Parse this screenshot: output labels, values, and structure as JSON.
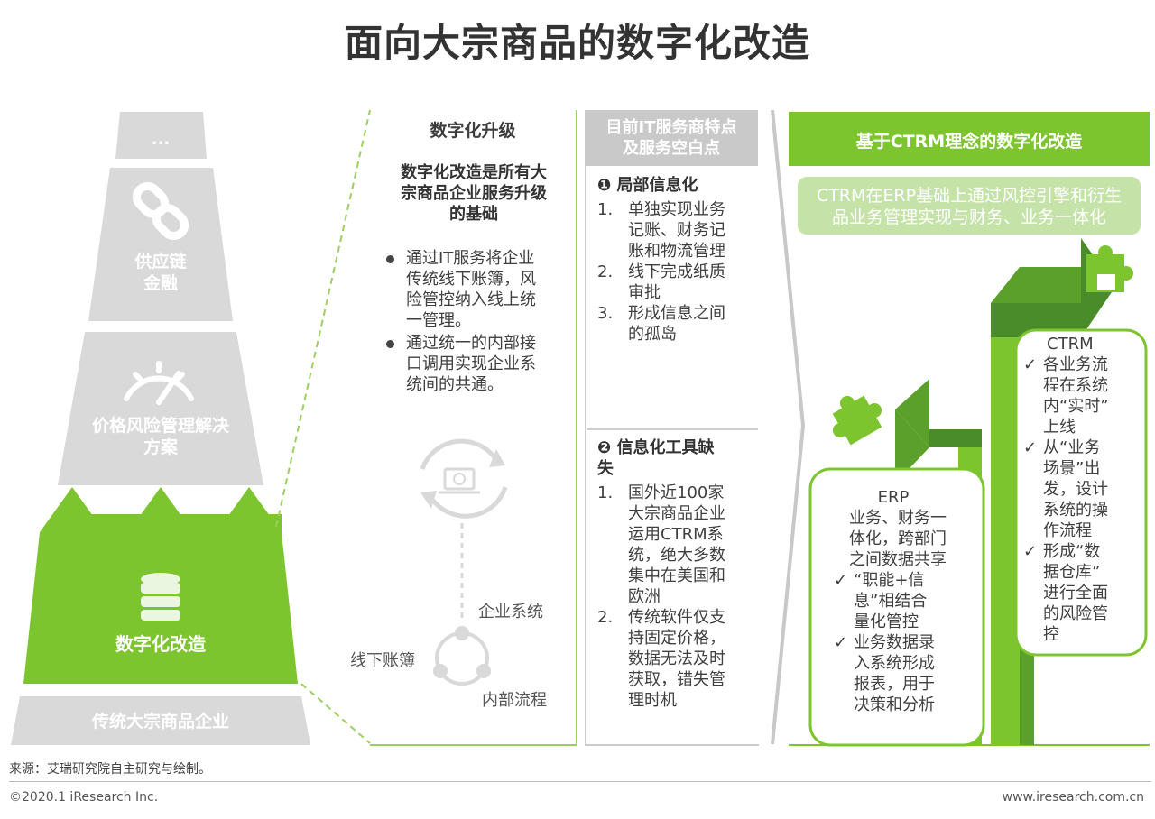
{
  "title": "面向大宗商品的数字化改造",
  "pyramid": {
    "top": "...",
    "supply_chain": [
      "供应链",
      "金融"
    ],
    "price_risk": [
      "价格风险管理解决",
      "方案"
    ],
    "digital": "数字化改造",
    "base": "传统大宗商品企业"
  },
  "upgrade": {
    "header": "数字化升级",
    "subtitle": [
      "数字化改造是所有大",
      "宗商品企业服务升级",
      "的基础"
    ],
    "bullets": [
      [
        "通过IT服务将企业",
        "传统线下账簿，风",
        "险管控纳入线上统",
        "一管理。"
      ],
      [
        "通过统一的内部接",
        "口调用实现企业系",
        "统间的共通。"
      ]
    ],
    "cycle_labels": {
      "enterprise": "企业系统",
      "offline": "线下账簿",
      "internal": "内部流程"
    }
  },
  "it_service": {
    "header": [
      "目前IT服务商特点",
      "及服务空白点"
    ],
    "sec1_title": "❶ 局部信息化",
    "sec1_items": [
      {
        "num": "1.",
        "lines": [
          "单独实现业务",
          "记账、财务记",
          "账和物流管理"
        ]
      },
      {
        "num": "2.",
        "lines": [
          "线下完成纸质",
          "审批"
        ]
      },
      {
        "num": "3.",
        "lines": [
          "形成信息之间",
          "的孤岛"
        ]
      }
    ],
    "sec2_title": [
      "❷ 信息化工具缺",
      "失"
    ],
    "sec2_items": [
      {
        "num": "1.",
        "lines": [
          "国外近100家",
          "大宗商品企业",
          "运用CTRM系",
          "统，绝大多数",
          "集中在美国和",
          "欧洲"
        ]
      },
      {
        "num": "2.",
        "lines": [
          "传统软件仅支",
          "持固定价格，",
          "数据无法及时",
          "获取，错失管",
          "理时机"
        ]
      }
    ]
  },
  "ctrm": {
    "header": "基于CTRM理念的数字化改造",
    "banner": [
      "CTRM在ERP基础上通过风控引擎和衍生",
      "品业务管理实现与财务、业务一体化"
    ],
    "erp_title": "ERP",
    "erp_desc": [
      "业务、财务一",
      "体化，跨部门",
      "之间数据共享"
    ],
    "erp_checks": [
      [
        "“职能+信",
        "息”相结合",
        "量化管控"
      ],
      [
        "业务数据录",
        "入系统形成",
        "报表，用于",
        "决策和分析"
      ]
    ],
    "ctrm_title": "CTRM",
    "ctrm_checks": [
      [
        "各业务流",
        "程在系统",
        "内“实时”",
        "上线"
      ],
      [
        "从“业务",
        "场景”出",
        "发，设计",
        "系统的操",
        "作流程"
      ],
      [
        "形成“数",
        "据仓库”",
        "进行全面",
        "的风险管",
        "控"
      ]
    ],
    "check_mark": "✓"
  },
  "footer": {
    "source": "来源：艾瑞研究院自主研究与绘制。",
    "copyright": "©2020.1 iResearch Inc.",
    "site": "www.iresearch.com.cn"
  },
  "colors": {
    "green": "#7dc52f",
    "dark_green": "#4a8c2a",
    "light_green": "#c5e3a8",
    "gray": "#d8d8d8",
    "text_gray": "#ffffff"
  }
}
